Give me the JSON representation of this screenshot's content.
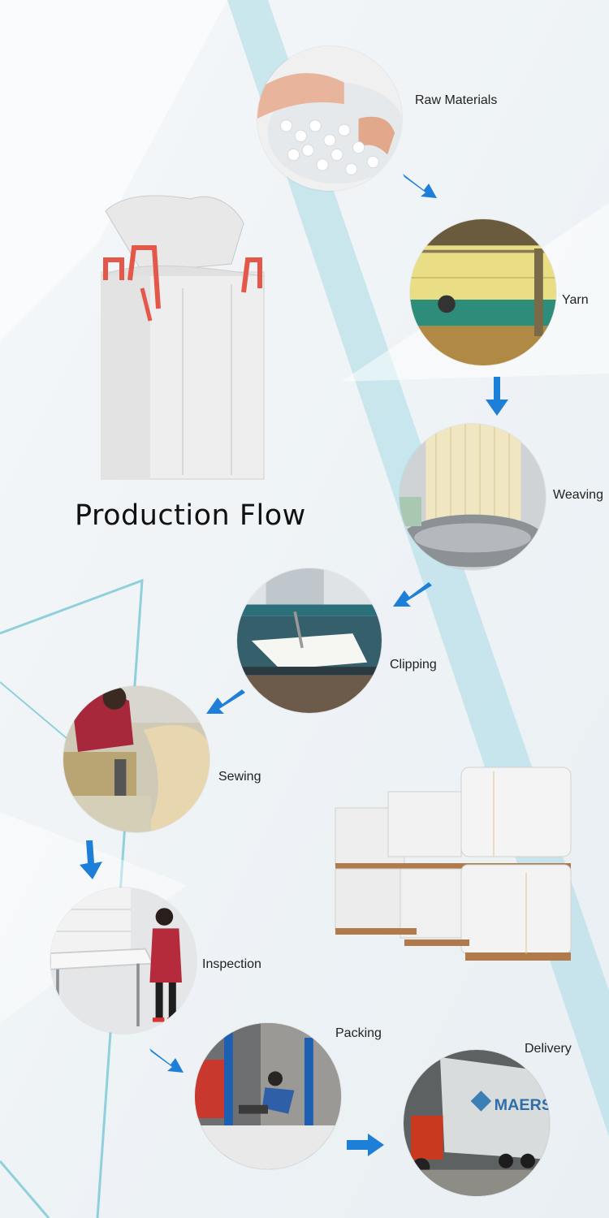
{
  "title": "Production Flow",
  "steps": [
    {
      "label": "Raw Materials"
    },
    {
      "label": "Yarn"
    },
    {
      "label": "Weaving"
    },
    {
      "label": "Clipping"
    },
    {
      "label": "Sewing"
    },
    {
      "label": "Inspection"
    },
    {
      "label": "Packing"
    },
    {
      "label": "Delivery"
    }
  ],
  "container_brand": "MAERSK",
  "colors": {
    "arrow": "#1e7fd8",
    "accent_line": "#7cc6d6"
  }
}
